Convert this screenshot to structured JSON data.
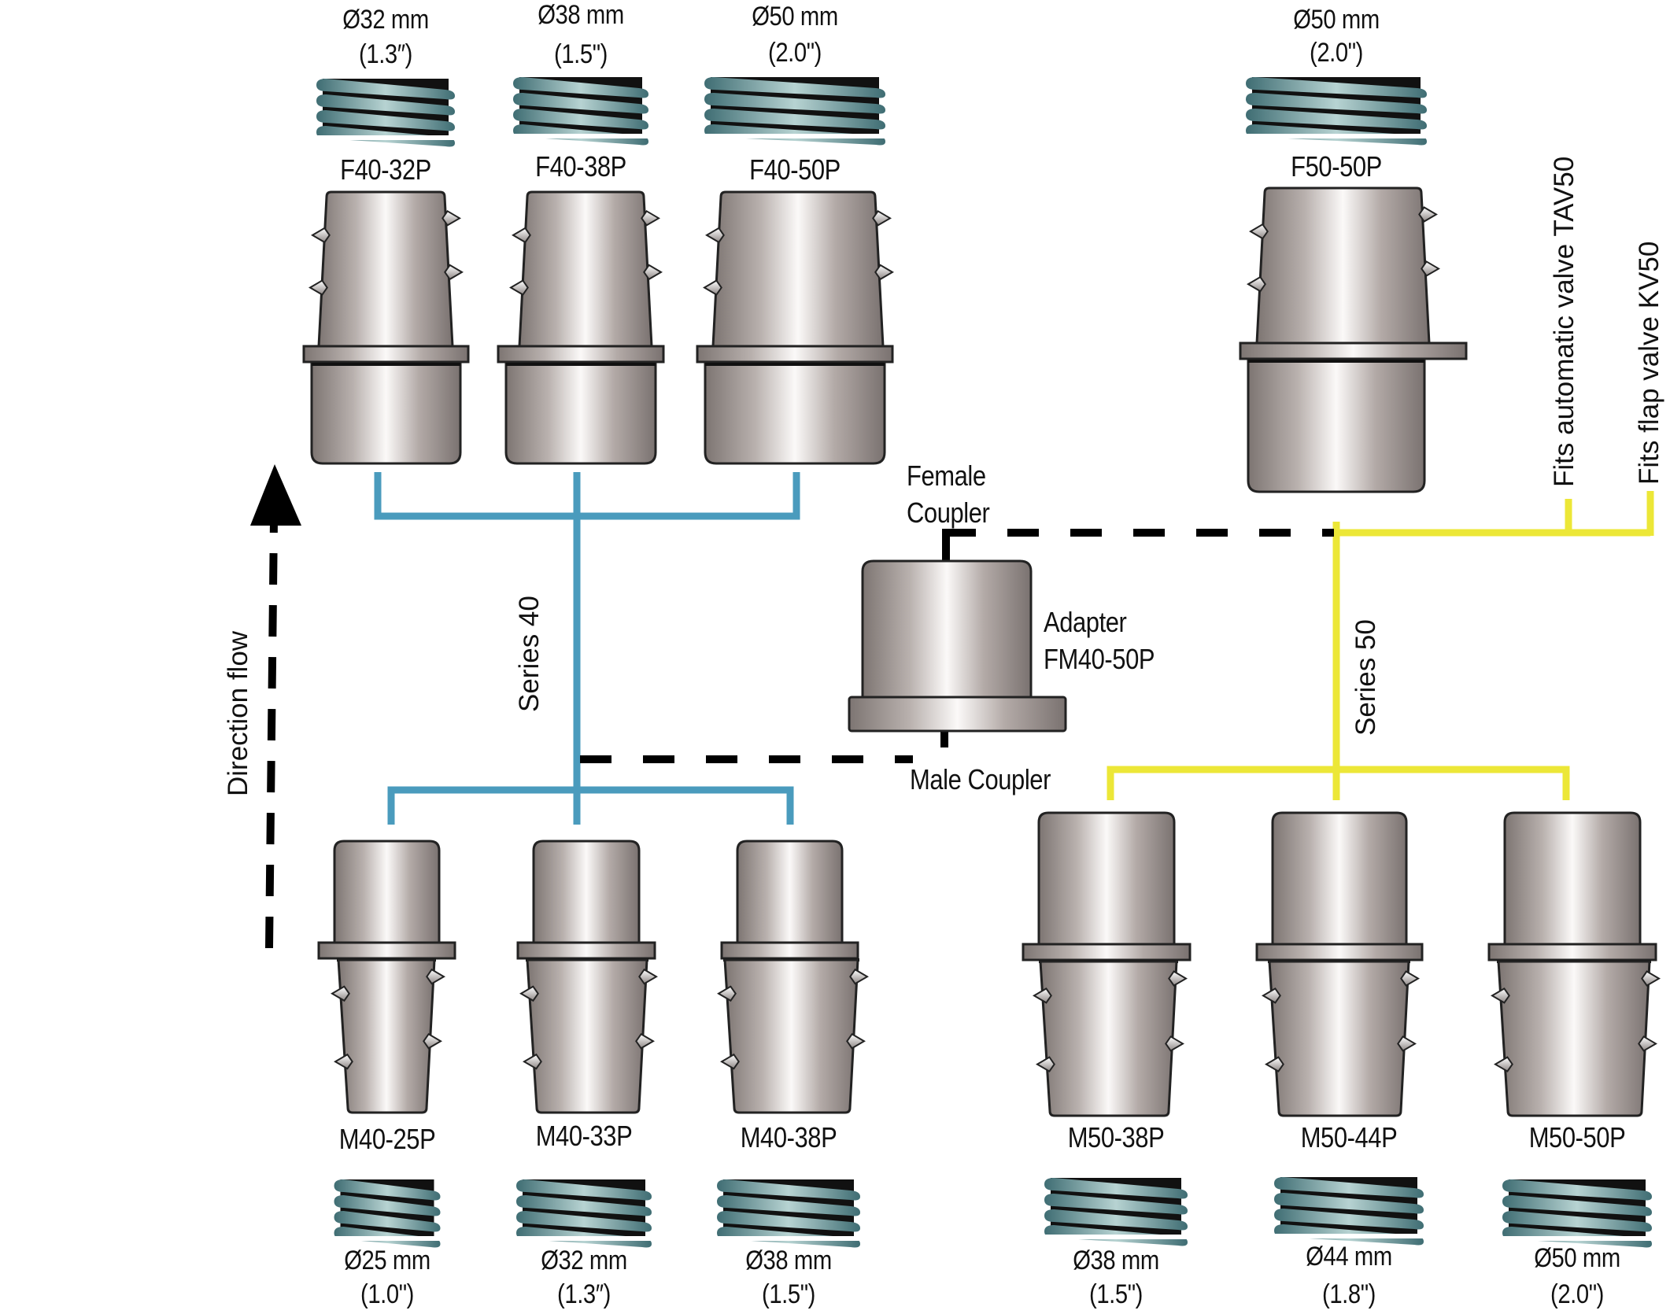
{
  "diagram": {
    "colors": {
      "series40_line": "#4a9bbd",
      "series50_line": "#ece737",
      "coupler_link": "#000000",
      "metal_dark": "#7d7572",
      "metal_light": "#f7f4f2",
      "hose_teal": "#4c7c82",
      "hose_dark": "#111111"
    },
    "direction_label": "Direction flow",
    "series40_label": "Series 40",
    "series50_label": "Series 50",
    "female_coupler_label": [
      "Female",
      "Coupler"
    ],
    "male_coupler_label": "Male Coupler",
    "adapter_label": [
      "Adapter",
      "FM40-50P"
    ],
    "valve_labels": [
      "Fits automatic valve TAV50",
      "Fits flap valve KV50"
    ],
    "top_parts": [
      {
        "code": "F40-32P",
        "diameter_mm": "Ø32 mm",
        "diameter_in": "(1.3″)",
        "series": "40"
      },
      {
        "code": "F40-38P",
        "diameter_mm": "Ø38 mm",
        "diameter_in": "(1.5\")",
        "series": "40"
      },
      {
        "code": "F40-50P",
        "diameter_mm": "Ø50 mm",
        "diameter_in": "(2.0\")",
        "series": "40"
      },
      {
        "code": "F50-50P",
        "diameter_mm": "Ø50 mm",
        "diameter_in": "(2.0\")",
        "series": "50"
      }
    ],
    "bottom_parts": [
      {
        "code": "M40-25P",
        "diameter_mm": "Ø25 mm",
        "diameter_in": "(1.0\")",
        "series": "40"
      },
      {
        "code": "M40-33P",
        "diameter_mm": "Ø32 mm",
        "diameter_in": "(1.3″)",
        "series": "40"
      },
      {
        "code": "M40-38P",
        "diameter_mm": "Ø38 mm",
        "diameter_in": "(1.5\")",
        "series": "40"
      },
      {
        "code": "M50-38P",
        "diameter_mm": "Ø38 mm",
        "diameter_in": "(1.5\")",
        "series": "50"
      },
      {
        "code": "M50-44P",
        "diameter_mm": "Ø44 mm",
        "diameter_in": "(1.8\")",
        "series": "50"
      },
      {
        "code": "M50-50P",
        "diameter_mm": "Ø50 mm",
        "diameter_in": "(2.0\")",
        "series": "50"
      }
    ]
  }
}
